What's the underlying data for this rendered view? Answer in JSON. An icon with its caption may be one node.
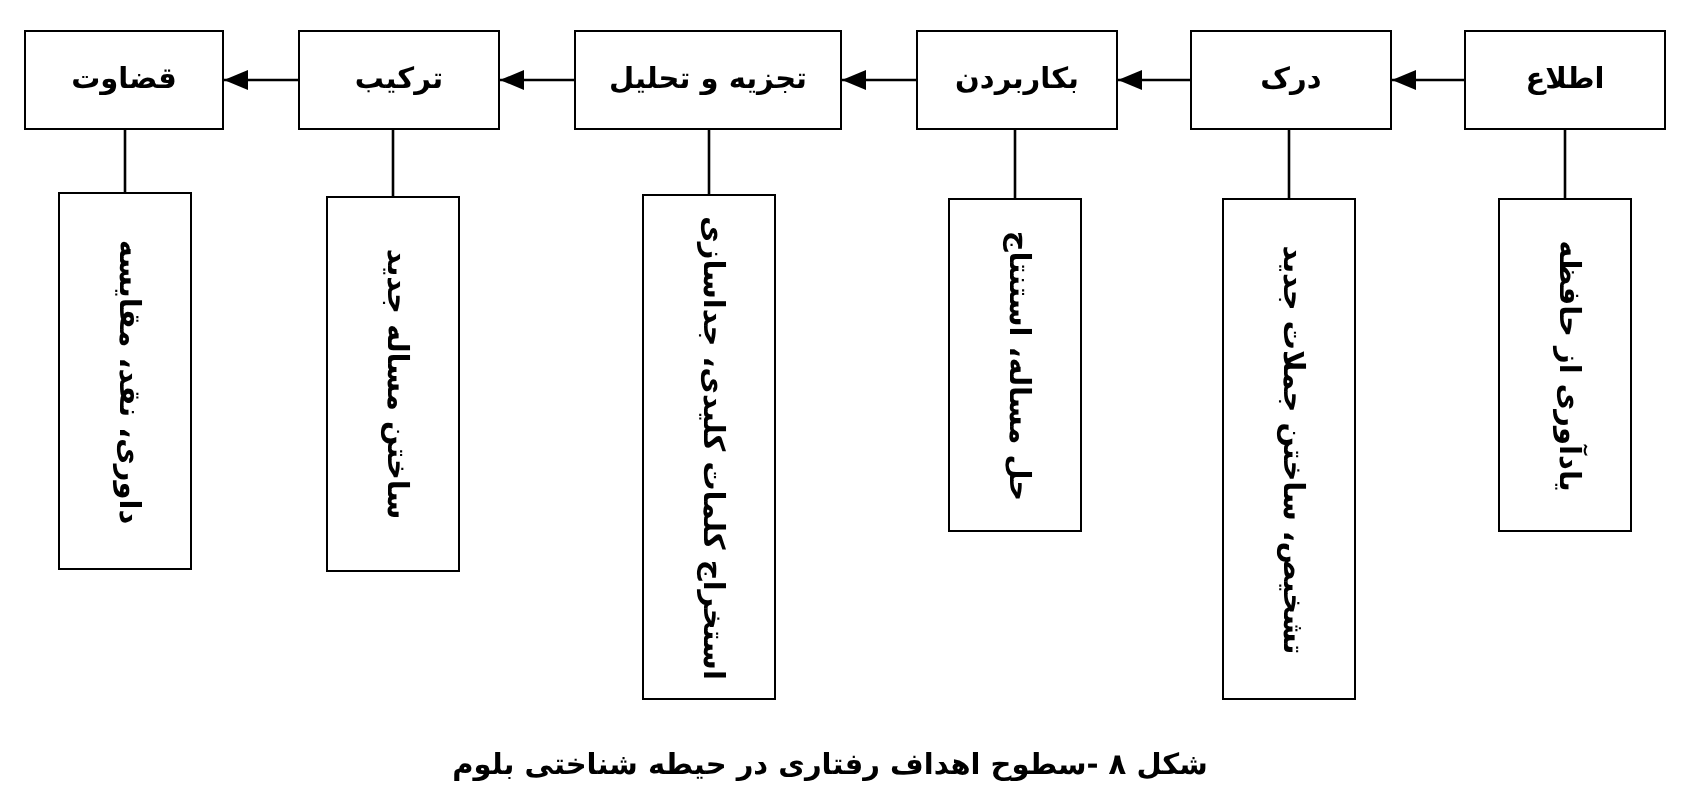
{
  "diagram": {
    "caption": "شکل ۸ -سطوح اهداف رفتاری در حیطه شناختی بلوم",
    "nodes": [
      {
        "text": [
          "اطلاع"
        ]
      },
      {
        "text": [
          "درک"
        ]
      },
      {
        "text": [
          "بکاربردن"
        ]
      },
      {
        "text": [
          "تجزیه و تحلیل"
        ]
      },
      {
        "text": [
          "ترکیب"
        ]
      },
      {
        "text": [
          "قضاوت"
        ]
      },
      {
        "text": [
          "یادآوری از حافظه"
        ]
      },
      {
        "text": [
          "تشخیص، ساختن جملات جدید"
        ]
      },
      {
        "text": [
          "حل مساله، استنتاج"
        ]
      },
      {
        "text": [
          "استخراج کلمات کلیدی، جداسازی"
        ]
      },
      {
        "text": [
          "ساختن مساله جدید"
        ]
      },
      {
        "text": [
          "داوری، نقد، مقایسه"
        ]
      }
    ],
    "edges": [
      {
        "from": 0,
        "to": 1,
        "arrow": "to"
      },
      {
        "from": 1,
        "to": 2,
        "arrow": "to"
      },
      {
        "from": 2,
        "to": 3,
        "arrow": "to"
      },
      {
        "from": 3,
        "to": 4,
        "arrow": "to"
      },
      {
        "from": 4,
        "to": 5,
        "arrow": "to"
      },
      {
        "from": 0,
        "to": 6,
        "arrow": "none"
      },
      {
        "from": 1,
        "to": 7,
        "arrow": "none"
      },
      {
        "from": 2,
        "to": 8,
        "arrow": "none"
      },
      {
        "from": 3,
        "to": 9,
        "arrow": "none"
      },
      {
        "from": 4,
        "to": 10,
        "arrow": "none"
      },
      {
        "from": 5,
        "to": 11,
        "arrow": "none"
      }
    ]
  }
}
